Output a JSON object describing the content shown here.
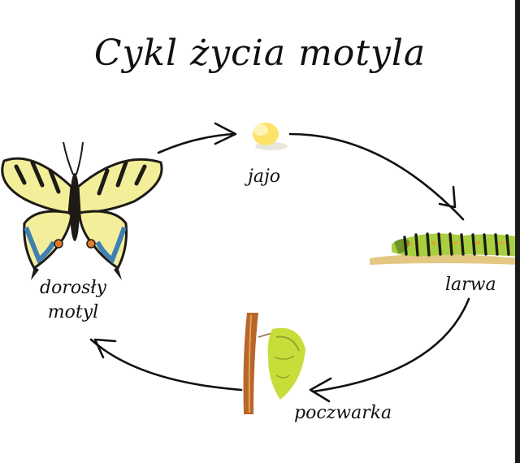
{
  "diagram": {
    "title": "Cykl życia motyla",
    "stages": {
      "egg": "jajo",
      "larva": "larwa",
      "pupa": "poczwarka",
      "adult_line1": "dorosły",
      "adult_line2": "motyl"
    }
  },
  "colors": {
    "arrow": "#111111",
    "butterfly_wing": "#f2ee9a",
    "butterfly_black": "#1e1a16",
    "butterfly_blue": "#3f7fb3",
    "larva_body": "#a8cf3f",
    "pupa": "#c8dd3a",
    "egg": "#fde26a"
  }
}
